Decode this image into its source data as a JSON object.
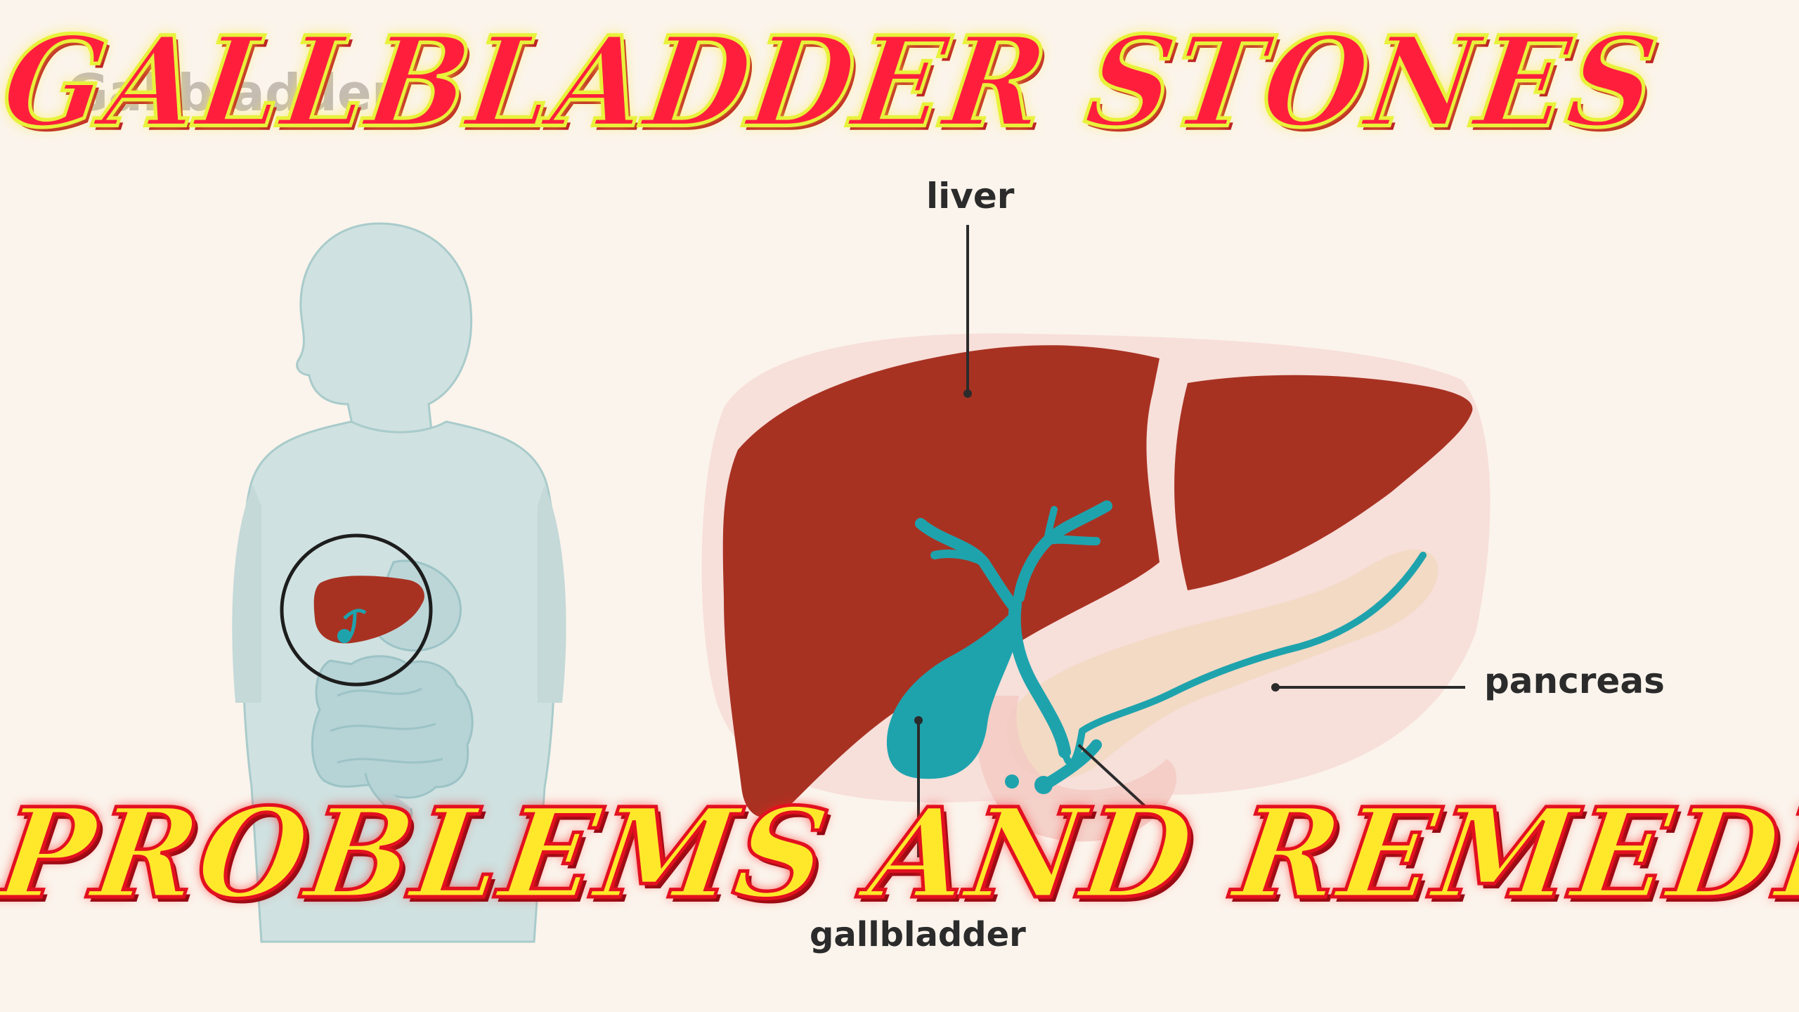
{
  "headline": {
    "top": "GALLBLADDER STONES",
    "bottom": "PROBLEMS AND REMEDIES"
  },
  "labels": {
    "liver": "liver",
    "pancreas": "pancreas",
    "gallbladder": "gallbladder",
    "faint_corner": "Gallbladder"
  },
  "colors": {
    "background": "#fbf4ec",
    "liver": "#a83222",
    "bile_duct": "#1ea3ad",
    "pancreas": "#f2d9c2",
    "body_silhouette": "#cfe1e0",
    "title_red": "#ff1f3d",
    "title_yellow": "#ffe82a"
  }
}
